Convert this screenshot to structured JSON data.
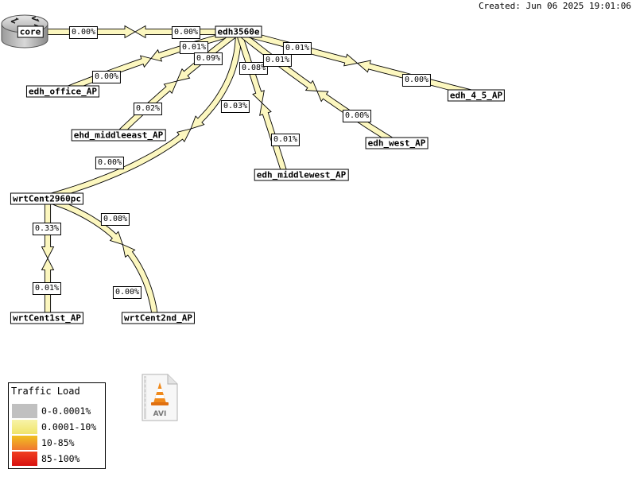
{
  "header": {
    "created": "Created: Jun 06 2025 19:01:06"
  },
  "nodes": {
    "core": "core",
    "edh3560e": "edh3560e",
    "edh_office_AP": "edh_office_AP",
    "ehd_middleeast_AP": "ehd_middleeast_AP",
    "edh_middlewest_AP": "edh_middlewest_AP",
    "edh_west_AP": "edh_west_AP",
    "edh_4_5_AP": "edh_4_5_AP",
    "wrtCent2960pc": "wrtCent2960pc",
    "wrtCent1st_AP": "wrtCent1st_AP",
    "wrtCent2nd_AP": "wrtCent2nd_AP"
  },
  "links": {
    "core_out": "0.00%",
    "edh_to_core": "0.00%",
    "edh_to_office": "0.01%",
    "office_to_edh": "0.00%",
    "edh_to_middleeast": "0.09%",
    "middleeast_to_edh": "0.02%",
    "edh_to_wrt": "0.03%",
    "wrt_to_edh": "0.00%",
    "edh_to_middlewest": "0.08%",
    "middlewest_to_edh": "0.01%",
    "edh_to_west": "0.01%",
    "west_to_edh": "0.00%",
    "edh_to_45": "0.01%",
    "ap45_to_edh": "0.00%",
    "wrt_to_1st": "0.33%",
    "first_to_wrt": "0.01%",
    "wrt_to_2nd": "0.08%",
    "second_to_wrt": "0.00%"
  },
  "legend": {
    "title": "Traffic Load",
    "items": [
      {
        "label": "0-0.0001%",
        "color_top": "#c0c0c0",
        "color_bottom": "#c0c0c0"
      },
      {
        "label": "0.0001-10%",
        "color_top": "#f7f3a8",
        "color_bottom": "#f0e46a"
      },
      {
        "label": "10-85%",
        "color_top": "#f0c020",
        "color_bottom": "#f07830"
      },
      {
        "label": "85-100%",
        "color_top": "#f04020",
        "color_bottom": "#d81010"
      }
    ]
  },
  "icons": {
    "router": "router-icon",
    "video_file": "avi-file-icon"
  },
  "file_icon_label": "AVI",
  "colors": {
    "link_fill": "#fcf7bf",
    "link_outline": "#000000",
    "legend_low": "#c0c0c0"
  }
}
